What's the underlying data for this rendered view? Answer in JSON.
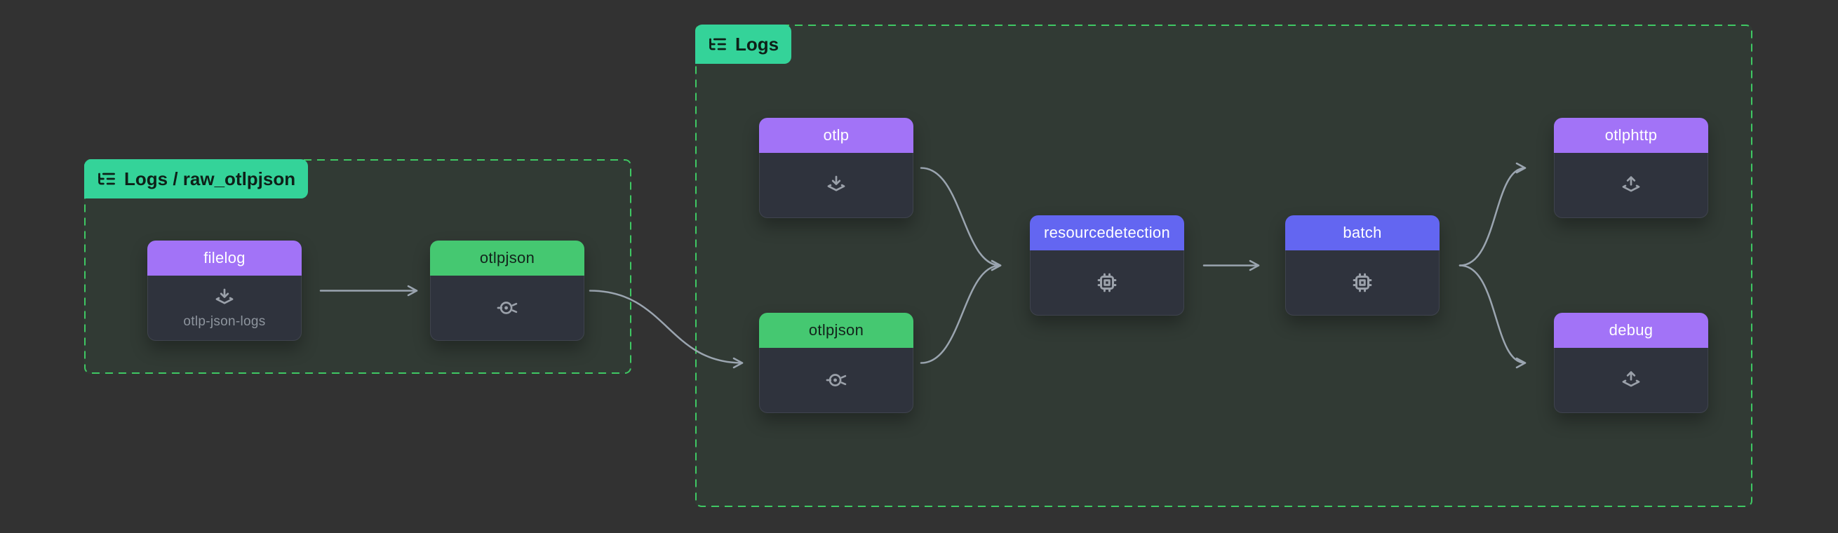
{
  "diagram": {
    "type": "otel-collector-pipeline-graph",
    "colors": {
      "canvas_bg": "#323232",
      "group_bg": "#313a34",
      "group_border": "#3fc863",
      "badge_bg": "#34d399",
      "badge_text": "#0e2018",
      "receiver_exporter_header": "#a273f7",
      "processor_header": "#6366f1",
      "connector_header": "#45c871",
      "node_body": "#2f333d",
      "edge": "#9ba5b0",
      "icon": "#9ba1aa"
    },
    "groups": [
      {
        "label": "Logs / raw_otlpjson",
        "icon": "list-tree-icon"
      },
      {
        "label": "Logs",
        "icon": "list-tree-icon"
      }
    ],
    "nodes": [
      {
        "title": "filelog",
        "subtitle": "otlp-json-logs",
        "type": "receiver",
        "icon": "receiver-icon",
        "group": "Logs / raw_otlpjson"
      },
      {
        "title": "otlpjson",
        "type": "connector",
        "icon": "connector-icon",
        "group": "Logs / raw_otlpjson"
      },
      {
        "title": "otlp",
        "type": "receiver",
        "icon": "receiver-icon",
        "group": "Logs"
      },
      {
        "title": "otlpjson",
        "type": "connector",
        "icon": "connector-icon",
        "group": "Logs"
      },
      {
        "title": "resourcedetection",
        "type": "processor",
        "icon": "cpu-icon",
        "group": "Logs"
      },
      {
        "title": "batch",
        "type": "processor",
        "icon": "cpu-icon",
        "group": "Logs"
      },
      {
        "title": "otlphttp",
        "type": "exporter",
        "icon": "exporter-icon",
        "group": "Logs"
      },
      {
        "title": "debug",
        "type": "exporter",
        "icon": "exporter-icon",
        "group": "Logs"
      }
    ],
    "edges": [
      {
        "from": "filelog (Logs / raw_otlpjson)",
        "to": "otlpjson (Logs / raw_otlpjson)"
      },
      {
        "from": "otlpjson (Logs / raw_otlpjson)",
        "to": "otlpjson (Logs)"
      },
      {
        "from": "otlp (Logs)",
        "to": "resourcedetection (Logs)"
      },
      {
        "from": "otlpjson (Logs)",
        "to": "resourcedetection (Logs)"
      },
      {
        "from": "resourcedetection (Logs)",
        "to": "batch (Logs)"
      },
      {
        "from": "batch (Logs)",
        "to": "otlphttp (Logs)"
      },
      {
        "from": "batch (Logs)",
        "to": "debug (Logs)"
      }
    ]
  }
}
